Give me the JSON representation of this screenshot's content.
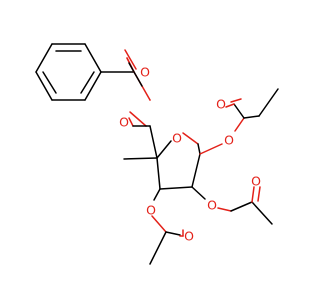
{
  "molecule": {
    "atoms": {
      "o_benzoate_carbonyl": "O",
      "o_benzoate_ester": "O",
      "o_ring": "O",
      "o_acetoxy_top": "O",
      "o_acetoxy_top_carbonyl": "O",
      "o_acetoxy_right": "O",
      "o_acetoxy_right_carbonyl": "O",
      "o_acetoxy_left": "O",
      "o_acetoxy_left_carbonyl": "O"
    },
    "methyl_label": "",
    "colors": {
      "bond": "#000000",
      "oxygen": "#e32119",
      "background": "#ffffff"
    }
  }
}
